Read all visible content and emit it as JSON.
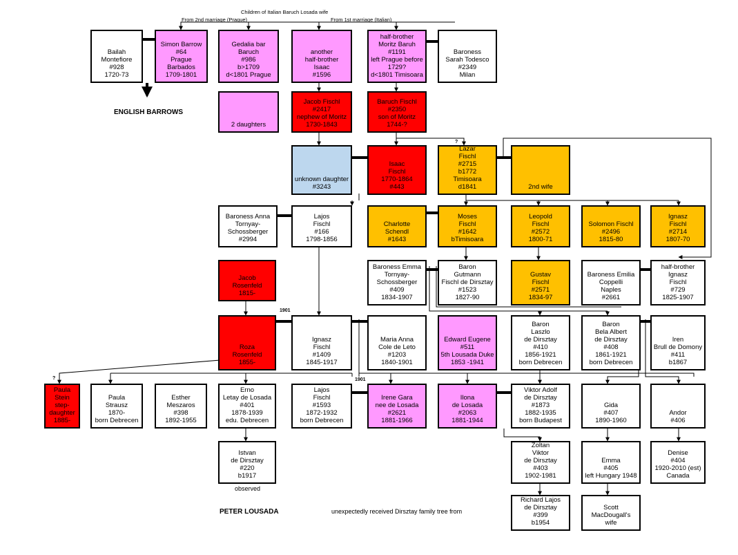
{
  "header": {
    "title": "Children of Italian Baruch Losada wife",
    "second_marriage": "From 2nd marriage (Prague)",
    "first_marriage": "From 1st marriage (Italian)"
  },
  "labels": {
    "english_barrows": "ENGLISH BARROWS",
    "peter_lousada": "PETER LOUSADA",
    "observed": "observed",
    "received": "unexpectedly received Dirsztay family tree from"
  },
  "marks": {
    "q1": "?",
    "q2": "?",
    "year1": "1901",
    "year2": "1901"
  },
  "colors": {
    "white": "#ffffff",
    "pink": "#ff99ff",
    "red": "#ff0000",
    "blue": "#bdd7ee",
    "orange": "#ffc000"
  },
  "people": {
    "bailah": "Bailah\nMontefiore\n#928\n1720-73",
    "simon": "Simon Barrow\n#64\nPrague\nBarbados\n1709-1801",
    "gedalia": "Gedalia bar\nBaruch\n#986\nb>1709\nd<1801 Prague",
    "isaac_half": "another\nhalf-brother\nIsaac\n#1596",
    "moritz": "half-brother\nMoritz Baruh\n#1191\nleft Prague before\n1729?\nd<1801 Timisoara",
    "sarah": "Baroness\nSarah Todesco\n#2349\nMilan",
    "two_daughters": "2 daughters",
    "jacob_fischl": "Jacob Fischl\n#2417\nnephew of Moritz\n1730-1843",
    "baruch_fischl": "Baruch Fischl\n#2350\nson of Moritz\n1744-?",
    "unknown_daughter": "unknown daughter\n#3243",
    "isaac_fischl": "Isaac\nFischl\n1770-1864\n#443",
    "lazar": "Lazar\nFischl\n#2715\nb1772\nTimisoara\nd1841",
    "second_wife": "2nd wife",
    "anna_tornyay": "Baroness Anna\nTornyay-\nSchossberger\n#2994",
    "lajos_166": "Lajos\nFischl\n#166\n1798-1856",
    "charlotte": "Charlotte\nSchendl\n#1643",
    "moses": "Moses\nFischl\n#1642\nbTimisoara",
    "leopold": "Leopold\nFischl\n#2572\n1800-71",
    "solomon": "Solomon Fischl\n#2496\n1815-80",
    "ignasz_2714": "Ignasz\nFischl\n#2714\n1807-70",
    "jacob_rosenfeld": "Jacob\nRosenfeld\n1815-",
    "emma_tornyay": "Baroness Emma\nTornyay-\nSchossberger\n#409\n1834-1907",
    "gutmann": "Baron\nGutmann\nFischl de Dirsztay\n#1523\n1827-90",
    "gustav": "Gustav\nFischl\n#2571\n1834-97",
    "emilia": "Baroness Emilia\nCoppelli\nNaples\n#2661",
    "ignasz_729": "half-brother\nIgnasz\nFischl\n#729\n1825-1907",
    "roza": "Roza\nRosenfeld\n1855-",
    "ignasz_1409": "Ignasz\nFischl\n#1409\n1845-1917",
    "maria_anna": "Maria Anna\nCole de Leto\n#1203\n1840-1901",
    "edward": "Edward Eugene\n#511\n5th Lousada Duke\n1853 -1941",
    "laszlo": "Baron\nLaszlo\nde Dirsztay\n#410\n1856-1921\nborn Debrecen",
    "bela": "Baron\nBela Albert\nde Dirsztay\n#408\n1861-1921\nborn Debrecen",
    "iren": "Iren\nBrull de Domony\n#411\nb1867",
    "paula_stein": "Paula\nStein\nstep-\ndaughter\n1885-",
    "paula_strausz": "Paula\nStrausz\n1870-\nborn Debrecen",
    "esther": "Esther\nMeszaros\n#398\n1892-1955",
    "erno": "Erno\nLetay de Losada\n#401\n1878-1939\nedu. Debrecen",
    "lajos_1593": "Lajos\nFischl\n#1593\n1872-1932\nborn Debrecen",
    "irene_gara": "Irene Gara\nnee de Losada\n#2621\n1881-1966",
    "ilona": "Ilona\nde Losada\n#2063\n1881-1944",
    "viktor_adolf": "Viktor Adolf\nde Dirsztay\n#1873\n1882-1935\nborn Budapest",
    "gida": "Gida\n#407\n1890-1960",
    "andor": "Andor\n#406",
    "istvan": "Istvan\nde Dirsztay\n#220\nb1917",
    "zoltan": "Zoltan\nViktor\nde Dirsztay\n#403\n1902-1981",
    "emma_405": "Emma\n#405\nleft Hungary 1948",
    "denise": "Denise\n#404\n1920-2010 (est)\nCanada",
    "richard": "Richard Lajos\nde Dirsztay\n#399\nb1954",
    "scott": "Scott\nMacDougall's\nwife"
  }
}
